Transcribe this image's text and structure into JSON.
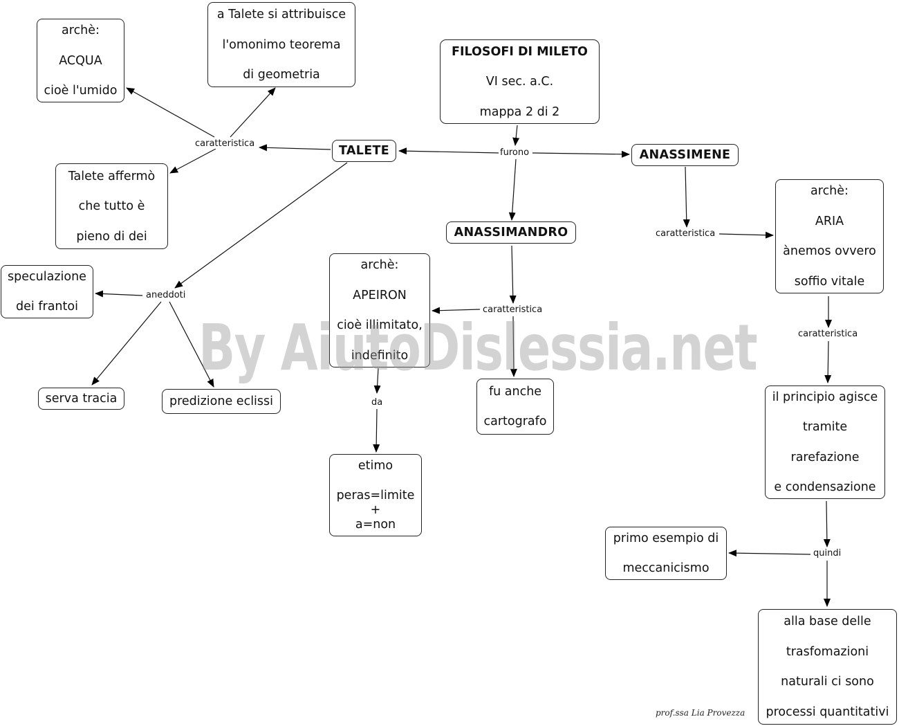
{
  "watermark": "By AiutoDislessia.net",
  "signature": "prof.ssa Lia Provezza",
  "nodes": {
    "filosofi": [
      "FILOSOFI DI MILETO",
      "VI sec. a.C.",
      "mappa 2 di 2"
    ],
    "talete": "TALETE",
    "anassimandro": "ANASSIMANDRO",
    "anassimene": "ANASSIMENE",
    "talete_arche": [
      "archè:",
      "ACQUA",
      "cioè l'umido"
    ],
    "talete_teorema": [
      "a Talete si attribuisce",
      "l'omonimo teorema",
      "di geometria"
    ],
    "talete_dei": [
      "Talete affermò",
      "che tutto è",
      "pieno di dei"
    ],
    "speculazione": [
      "speculazione",
      "dei frantoi"
    ],
    "serva": "serva tracia",
    "eclissi": "predizione eclissi",
    "apeiron": [
      "archè:",
      "APEIRON",
      "cioè illimitato,",
      "indefinito"
    ],
    "etimo": [
      "etimo",
      "peras=limite",
      "+",
      "a=non"
    ],
    "cartografo": [
      "fu anche",
      "cartografo"
    ],
    "aria": [
      "archè:",
      "ARIA",
      "ànemos ovvero",
      "soffio vitale"
    ],
    "principio": [
      "il principio agisce",
      "tramite",
      "rarefazione",
      "e condensazione"
    ],
    "meccanicismo": [
      "primo esempio di",
      "meccanicismo"
    ],
    "base": [
      "alla base delle",
      "trasfomazioni",
      "naturali ci sono",
      "processi quantitativi"
    ]
  },
  "links": {
    "furono": "furono",
    "talete_car": "caratteristica",
    "aneddoti": "aneddoti",
    "anassimandro_car": "caratteristica",
    "da": "da",
    "anassimene_car": "caratteristica",
    "aria_car": "caratteristica",
    "quindi": "quindi"
  }
}
